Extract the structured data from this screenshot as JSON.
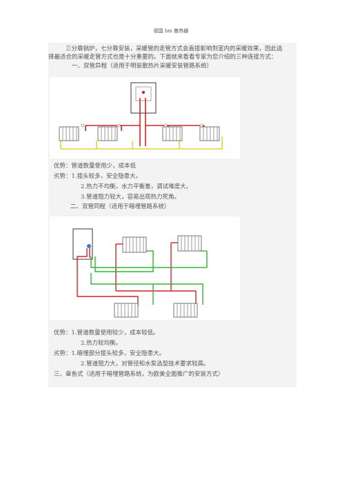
{
  "header": {
    "title": "德国 hm 散热器"
  },
  "intro": {
    "line1": "三分靠锅炉，七分靠安装，采暖管的走管方式会直接影响到室内的采暖效果，因此选",
    "line2": "择最适合的采暖走管方式也是十分重要的。下面就来看看专家为您介绍的三种连接方式："
  },
  "section1": {
    "heading": "一、双管异程（适用于明装散热片采暖安装管路系统）",
    "pros": "优势：管道数量使用少，成本低",
    "cons1": "劣势：1.接头较多，安全隐患大。",
    "cons2": "2.热力不均衡，水力平衡差，调试难度大。",
    "cons3": "3.管道阻力较大，容易出现热力死角。"
  },
  "section2": {
    "heading": "二、双管同程（适用于暗埋管路系统）",
    "pros1": "优势：1.管道数量使用较少，成本较低。",
    "pros2": "2.热力较均衡。",
    "cons1": "劣势：1.暗埋部分接头较多，安全隐患大。",
    "cons2": "2.管道阻力大，对管径和水泵选型技术要求较高。"
  },
  "section3": {
    "heading": "三、章鱼式（适用于暗埋管路系统，为欧美全面推广的安装方式）"
  },
  "colors": {
    "supply": "#d32020",
    "return_yellow": "#e8d23a",
    "return_green": "#2fb52f",
    "background": "#f3f3f3"
  }
}
